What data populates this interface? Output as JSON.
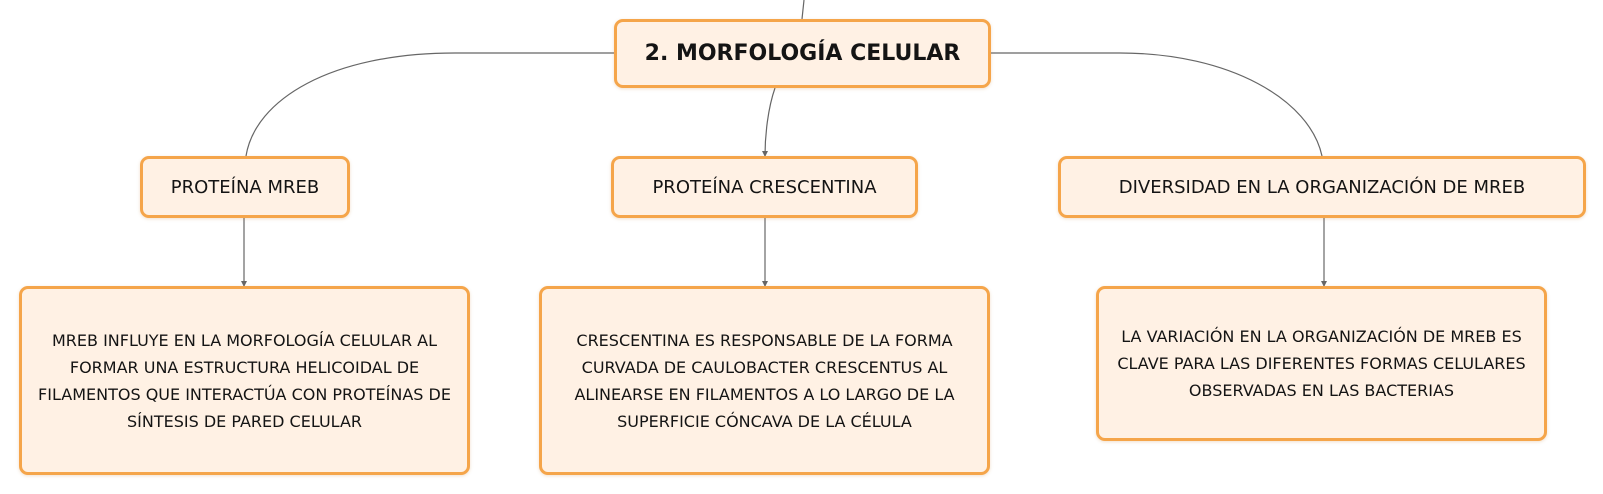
{
  "diagram": {
    "root": {
      "label": "2. MORFOLOGÍA CELULAR"
    },
    "branches": [
      {
        "label": "PROTEÍNA MREB",
        "detail": "MREB INFLUYE EN LA MORFOLOGÍA CELULAR AL\nFORMAR UNA ESTRUCTURA HELICOIDAL DE\nFILAMENTOS QUE INTERACTÚA CON PROTEÍNAS DE\nSÍNTESIS DE PARED CELULAR"
      },
      {
        "label": "PROTEÍNA CRESCENTINA",
        "detail": "CRESCENTINA ES RESPONSABLE DE LA FORMA\nCURVADA DE CAULOBACTER CRESCENTUS AL\nALINEARSE EN FILAMENTOS A LO LARGO DE LA\nSUPERFICIE CÓNCAVA DE LA CÉLULA"
      },
      {
        "label": "DIVERSIDAD EN LA ORGANIZACIÓN DE MREB",
        "detail": "LA VARIACIÓN EN LA ORGANIZACIÓN DE MREB ES\nCLAVE PARA LAS DIFERENTES FORMAS CELULARES\nOBSERVADAS EN LAS BACTERIAS"
      }
    ]
  },
  "colors": {
    "node_fill": "#fff1e4",
    "node_border": "#f5a54a",
    "connector": "#666666",
    "text": "#141414"
  }
}
